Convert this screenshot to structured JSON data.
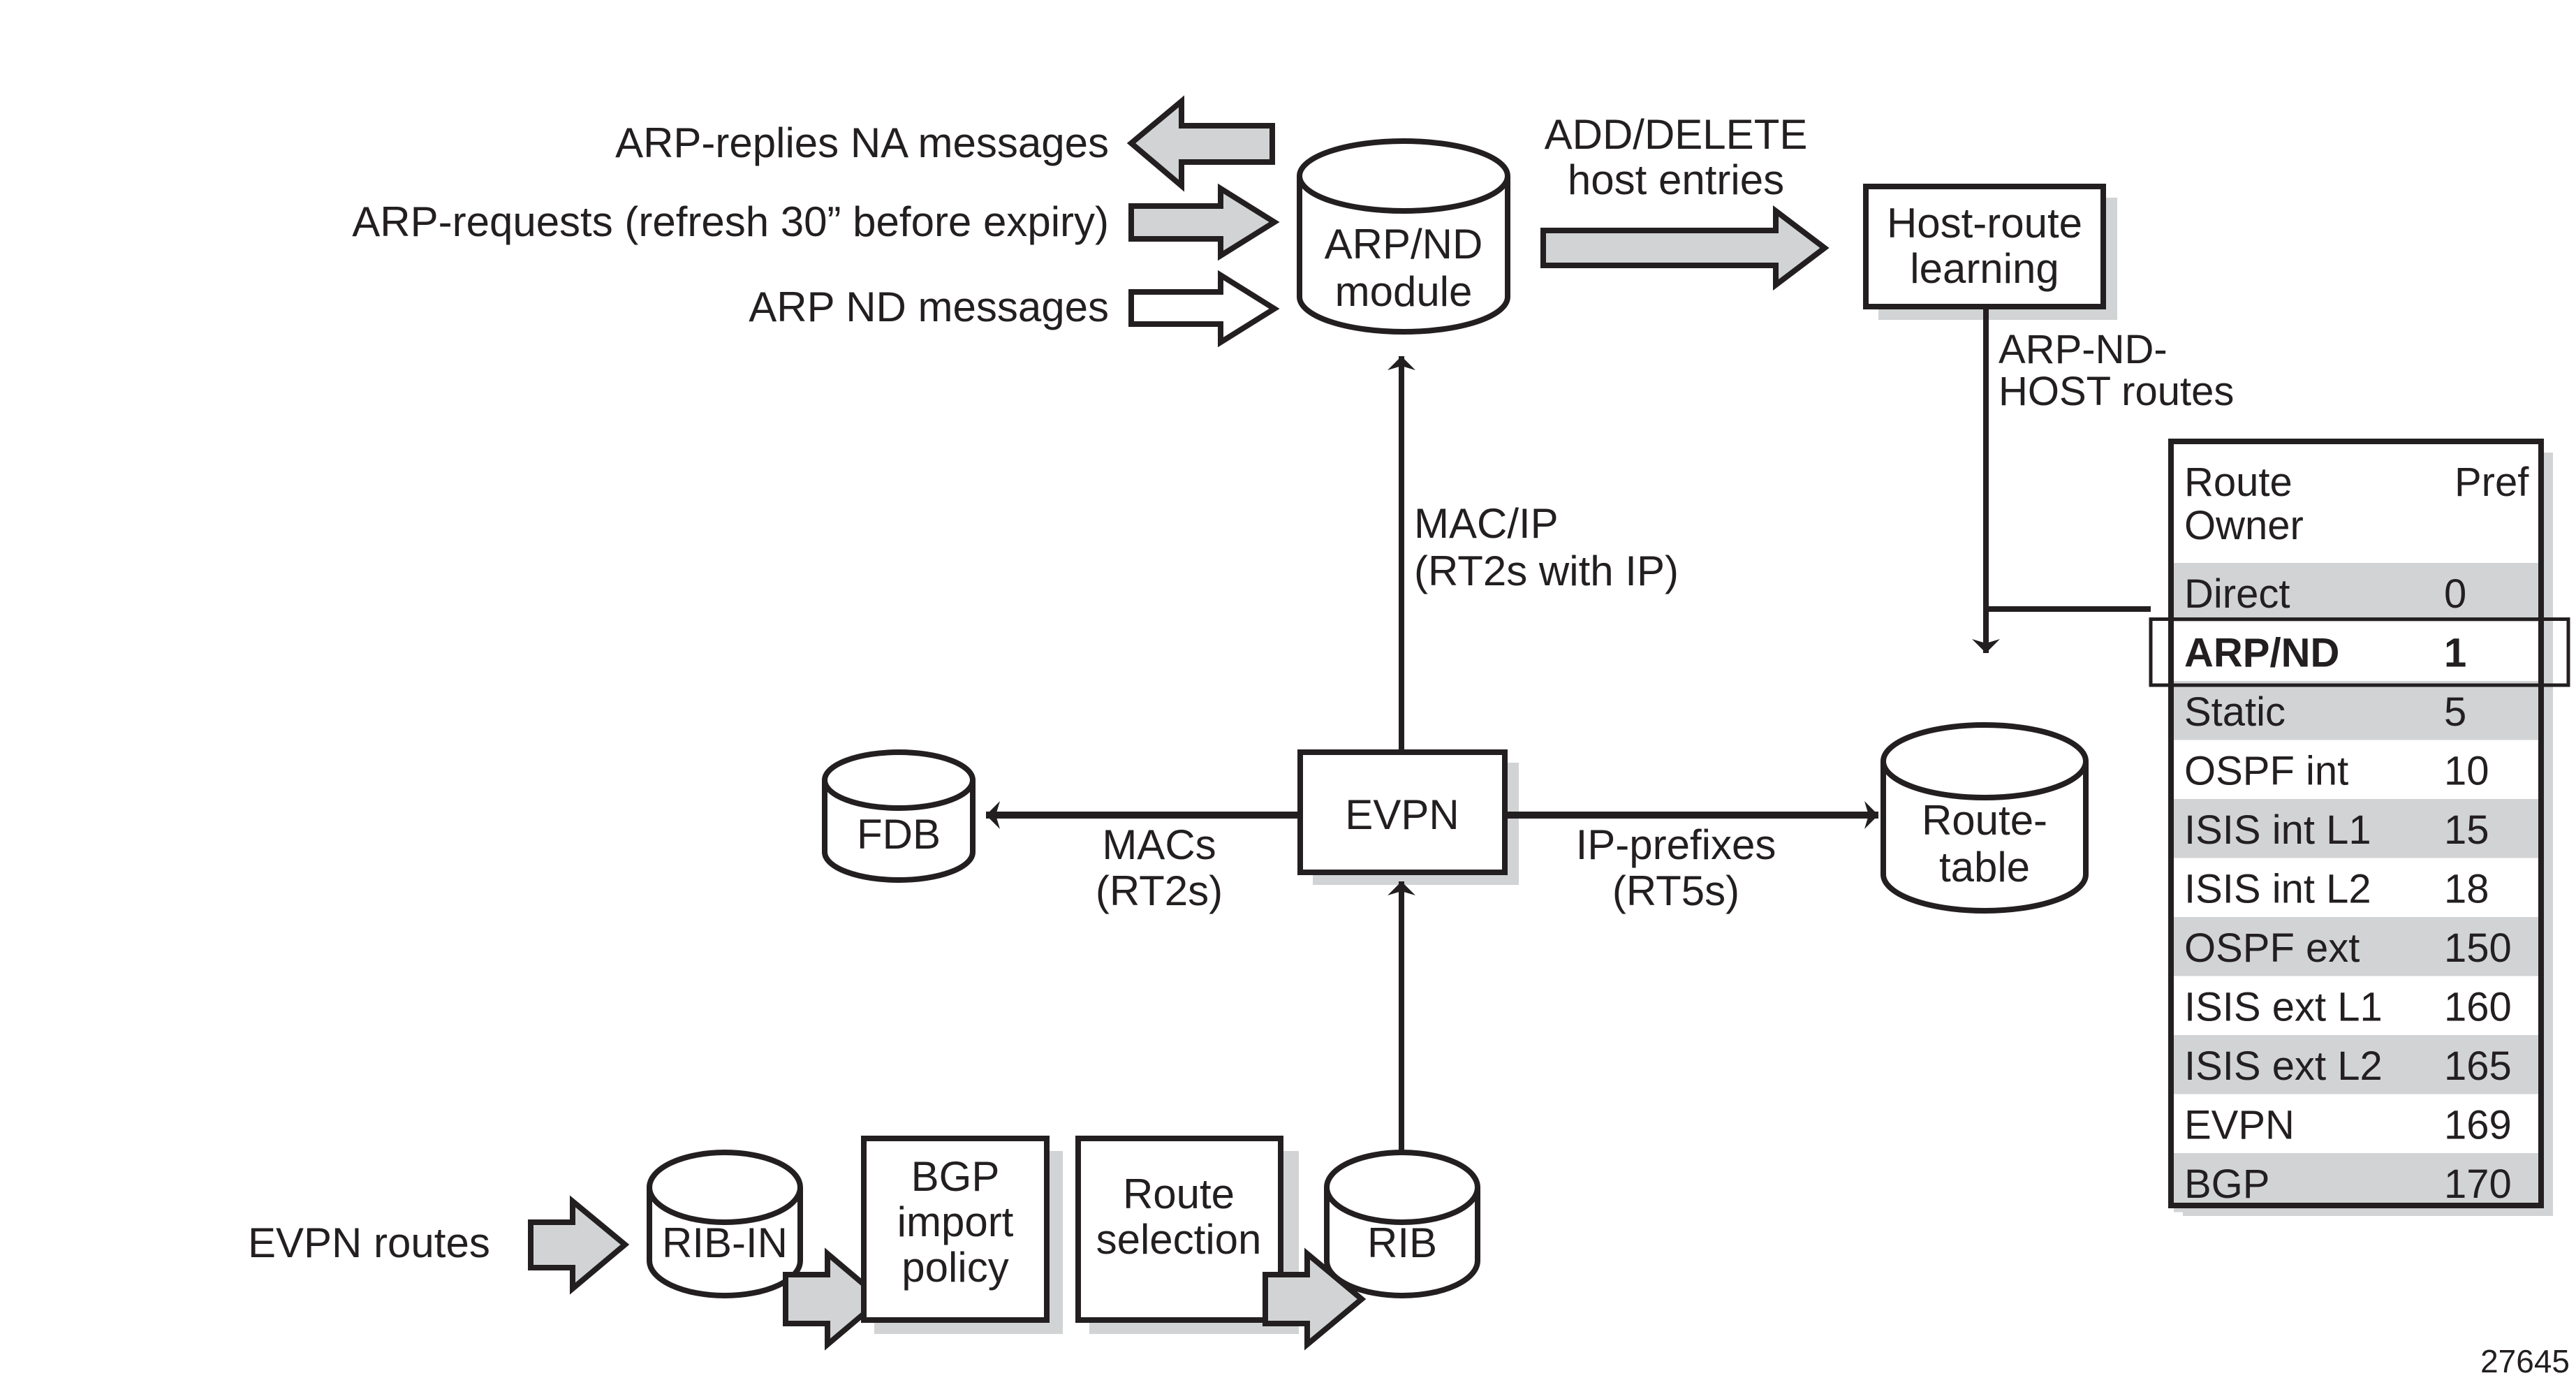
{
  "figure_id": "27645",
  "colors": {
    "ink": "#231f20",
    "shade": "#d1d3d4",
    "background": "#ffffff"
  },
  "arp_inputs": {
    "replies": "ARP-replies NA messages",
    "requests": "ARP-requests (refresh 30” before expiry)",
    "nd_messages": "ARP ND messages"
  },
  "nodes": {
    "arp_module": [
      "ARP/ND",
      "module"
    ],
    "host_route": [
      "Host-route",
      "learning"
    ],
    "evpn": "EVPN",
    "fdb": "FDB",
    "route_table": [
      "Route-",
      "table"
    ],
    "rib_in": "RIB-IN",
    "bgp_policy": [
      "BGP",
      "import",
      "policy"
    ],
    "route_selection": [
      "Route",
      "selection"
    ],
    "rib": "RIB"
  },
  "edges": {
    "add_delete": [
      "ADD/DELETE",
      "host entries"
    ],
    "arp_nd_host": [
      "ARP-ND-",
      "HOST routes"
    ],
    "mac_ip": [
      "MAC/IP",
      "(RT2s with IP)"
    ],
    "macs": [
      "MACs",
      "(RT2s)"
    ],
    "ip_prefixes": [
      "IP-prefixes",
      "(RT5s)"
    ],
    "evpn_routes": "EVPN routes"
  },
  "pref_table": {
    "headers": {
      "owner_line1": "Route",
      "owner_line2": "Owner",
      "pref": "Pref"
    },
    "highlighted_row": 1,
    "rows": [
      {
        "owner": "Direct",
        "pref": "0",
        "shaded": true
      },
      {
        "owner": "ARP/ND",
        "pref": "1",
        "shaded": false
      },
      {
        "owner": "Static",
        "pref": "5",
        "shaded": true
      },
      {
        "owner": "OSPF int",
        "pref": "10",
        "shaded": false
      },
      {
        "owner": "ISIS int L1",
        "pref": "15",
        "shaded": true
      },
      {
        "owner": "ISIS int L2",
        "pref": "18",
        "shaded": false
      },
      {
        "owner": "OSPF ext",
        "pref": "150",
        "shaded": true
      },
      {
        "owner": "ISIS ext L1",
        "pref": "160",
        "shaded": false
      },
      {
        "owner": "ISIS ext L2",
        "pref": "165",
        "shaded": true
      },
      {
        "owner": "EVPN",
        "pref": "169",
        "shaded": false
      },
      {
        "owner": "BGP",
        "pref": "170",
        "shaded": true
      }
    ]
  }
}
